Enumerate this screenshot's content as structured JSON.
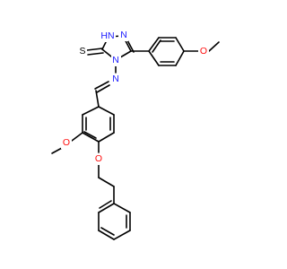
{
  "molecule": {
    "atom_labels": {
      "nh": "HN",
      "n2": "N",
      "n4": "N",
      "n_imine": "N",
      "s": "S",
      "o_methoxy_right": "O",
      "o_methoxy_left": "O",
      "o_benzyloxy": "O"
    }
  },
  "colors": {
    "nitrogen": "#1a1aff",
    "oxygen": "#ff0d0d",
    "sulfur": "#000000",
    "bond": "#000000"
  }
}
